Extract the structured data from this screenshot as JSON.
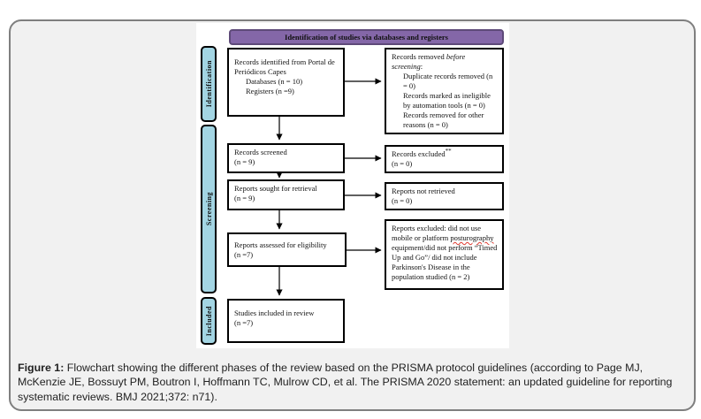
{
  "colors": {
    "header_purple": "#8467A8",
    "header_purple_border": "#5E4A79",
    "sidebar_blue": "#A3D5E3",
    "misspelling_underline_red": "#E0392F",
    "panel_gray": "#F1F1F1",
    "panel_border_gray": "#7F7F7F"
  },
  "flowchart": {
    "header": {
      "label": "Identification of studies via databases and registers"
    },
    "sidebar": {
      "identification": "Identification",
      "screening": "Screening",
      "included": "Included"
    },
    "boxes": {
      "records_identified": {
        "line1": "Records identified from Portal de Periódicos Capes",
        "line2": "Databases (n = 10)",
        "line3": "Registers (n =9)"
      },
      "records_removed": {
        "prefix": "Records removed ",
        "italic": "before screening",
        "suffix": ":",
        "item1": "Duplicate records removed (n = 0)",
        "item2": "Records marked as ineligible by automation tools (n = 0)",
        "item3": "Records removed for other reasons (n = 0)"
      },
      "records_screened": {
        "line1": "Records screened",
        "line2": "(n = 9)"
      },
      "records_excluded": {
        "label": "Records excluded",
        "superscript": "**",
        "line2": "(n = 0)"
      },
      "reports_sought": {
        "line1": "Reports sought for retrieval",
        "line2": "(n = 9)"
      },
      "reports_not_retrieved": {
        "line1": "Reports not retrieved",
        "line2": "(n = 0)"
      },
      "reports_assessed": {
        "line1": "Reports assessed for eligibility",
        "line2": "(n =7)"
      },
      "reports_excluded": {
        "part1": "Reports excluded: did not use mobile or platform ",
        "misspelled_word": "posturography",
        "part2": " equipment/did not perform “Timed Up and Go”/ did not include Parkinson's Disease in the population studied (n = 2)"
      },
      "studies_included": {
        "line1": "Studies included in review",
        "line2": "(n =7)"
      }
    }
  },
  "caption": {
    "label": "Figure 1:",
    "text": " Flowchart showing the different phases of the review based on the PRISMA protocol guidelines (according to Page MJ, McKenzie JE, Bossuyt PM, Boutron I, Hoffmann TC, Mulrow CD, et al. The PRISMA 2020 statement: an updated guideline for reporting systematic reviews. BMJ 2021;372: n71)."
  }
}
